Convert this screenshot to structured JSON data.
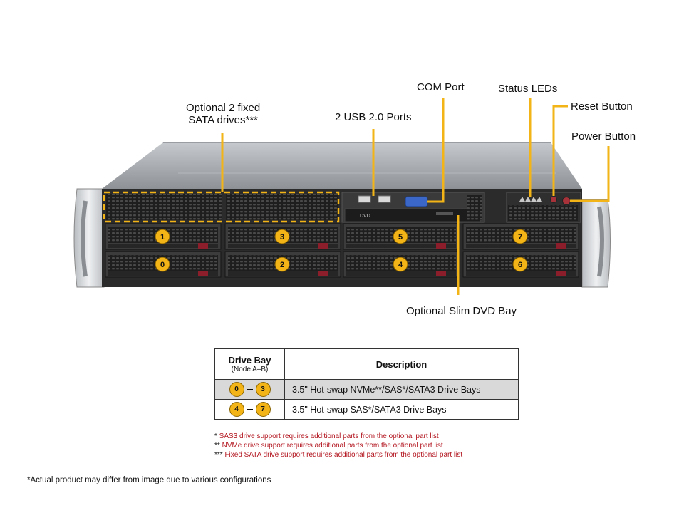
{
  "callouts": {
    "fixed_sata_line1": "Optional 2 fixed",
    "fixed_sata_line2": "SATA drives***",
    "usb_ports": "2 USB 2.0 Ports",
    "com_port": "COM Port",
    "status_leds": "Status LEDs",
    "reset_button": "Reset Button",
    "power_button": "Power Button",
    "dvd_bay": "Optional Slim DVD Bay"
  },
  "chassis": {
    "dvd_label": "DVD",
    "drive_bays": [
      {
        "number": "1"
      },
      {
        "number": "3"
      },
      {
        "number": "5"
      },
      {
        "number": "7"
      },
      {
        "number": "0"
      },
      {
        "number": "2"
      },
      {
        "number": "4"
      },
      {
        "number": "6"
      }
    ]
  },
  "table": {
    "header_bay": "Drive Bay",
    "header_bay_sub": "(Node A–B)",
    "header_desc": "Description",
    "rows": [
      {
        "from": "0",
        "to": "3",
        "description": "3.5\" Hot-swap NVMe**/SAS*/SATA3 Drive  Bays"
      },
      {
        "from": "4",
        "to": "7",
        "description": "3.5\" Hot-swap SAS*/SATA3 Drive  Bays"
      }
    ]
  },
  "footnotes": [
    {
      "prefix": "* ",
      "text": "SAS3 drive support requires additional parts from the optional part list"
    },
    {
      "prefix": "** ",
      "text": "NVMe drive support requires additional parts from the optional part list"
    },
    {
      "prefix": "*** ",
      "text": "Fixed SATA drive support requires additional parts from the optional part list"
    }
  ],
  "disclaimer": "*Actual product may differ from image due to various configurations",
  "colors": {
    "callout_line": "#f2b417",
    "footnote_red": "#b2141e",
    "chassis_body": "#2b2b2b",
    "chassis_top": "#a9adb2"
  }
}
